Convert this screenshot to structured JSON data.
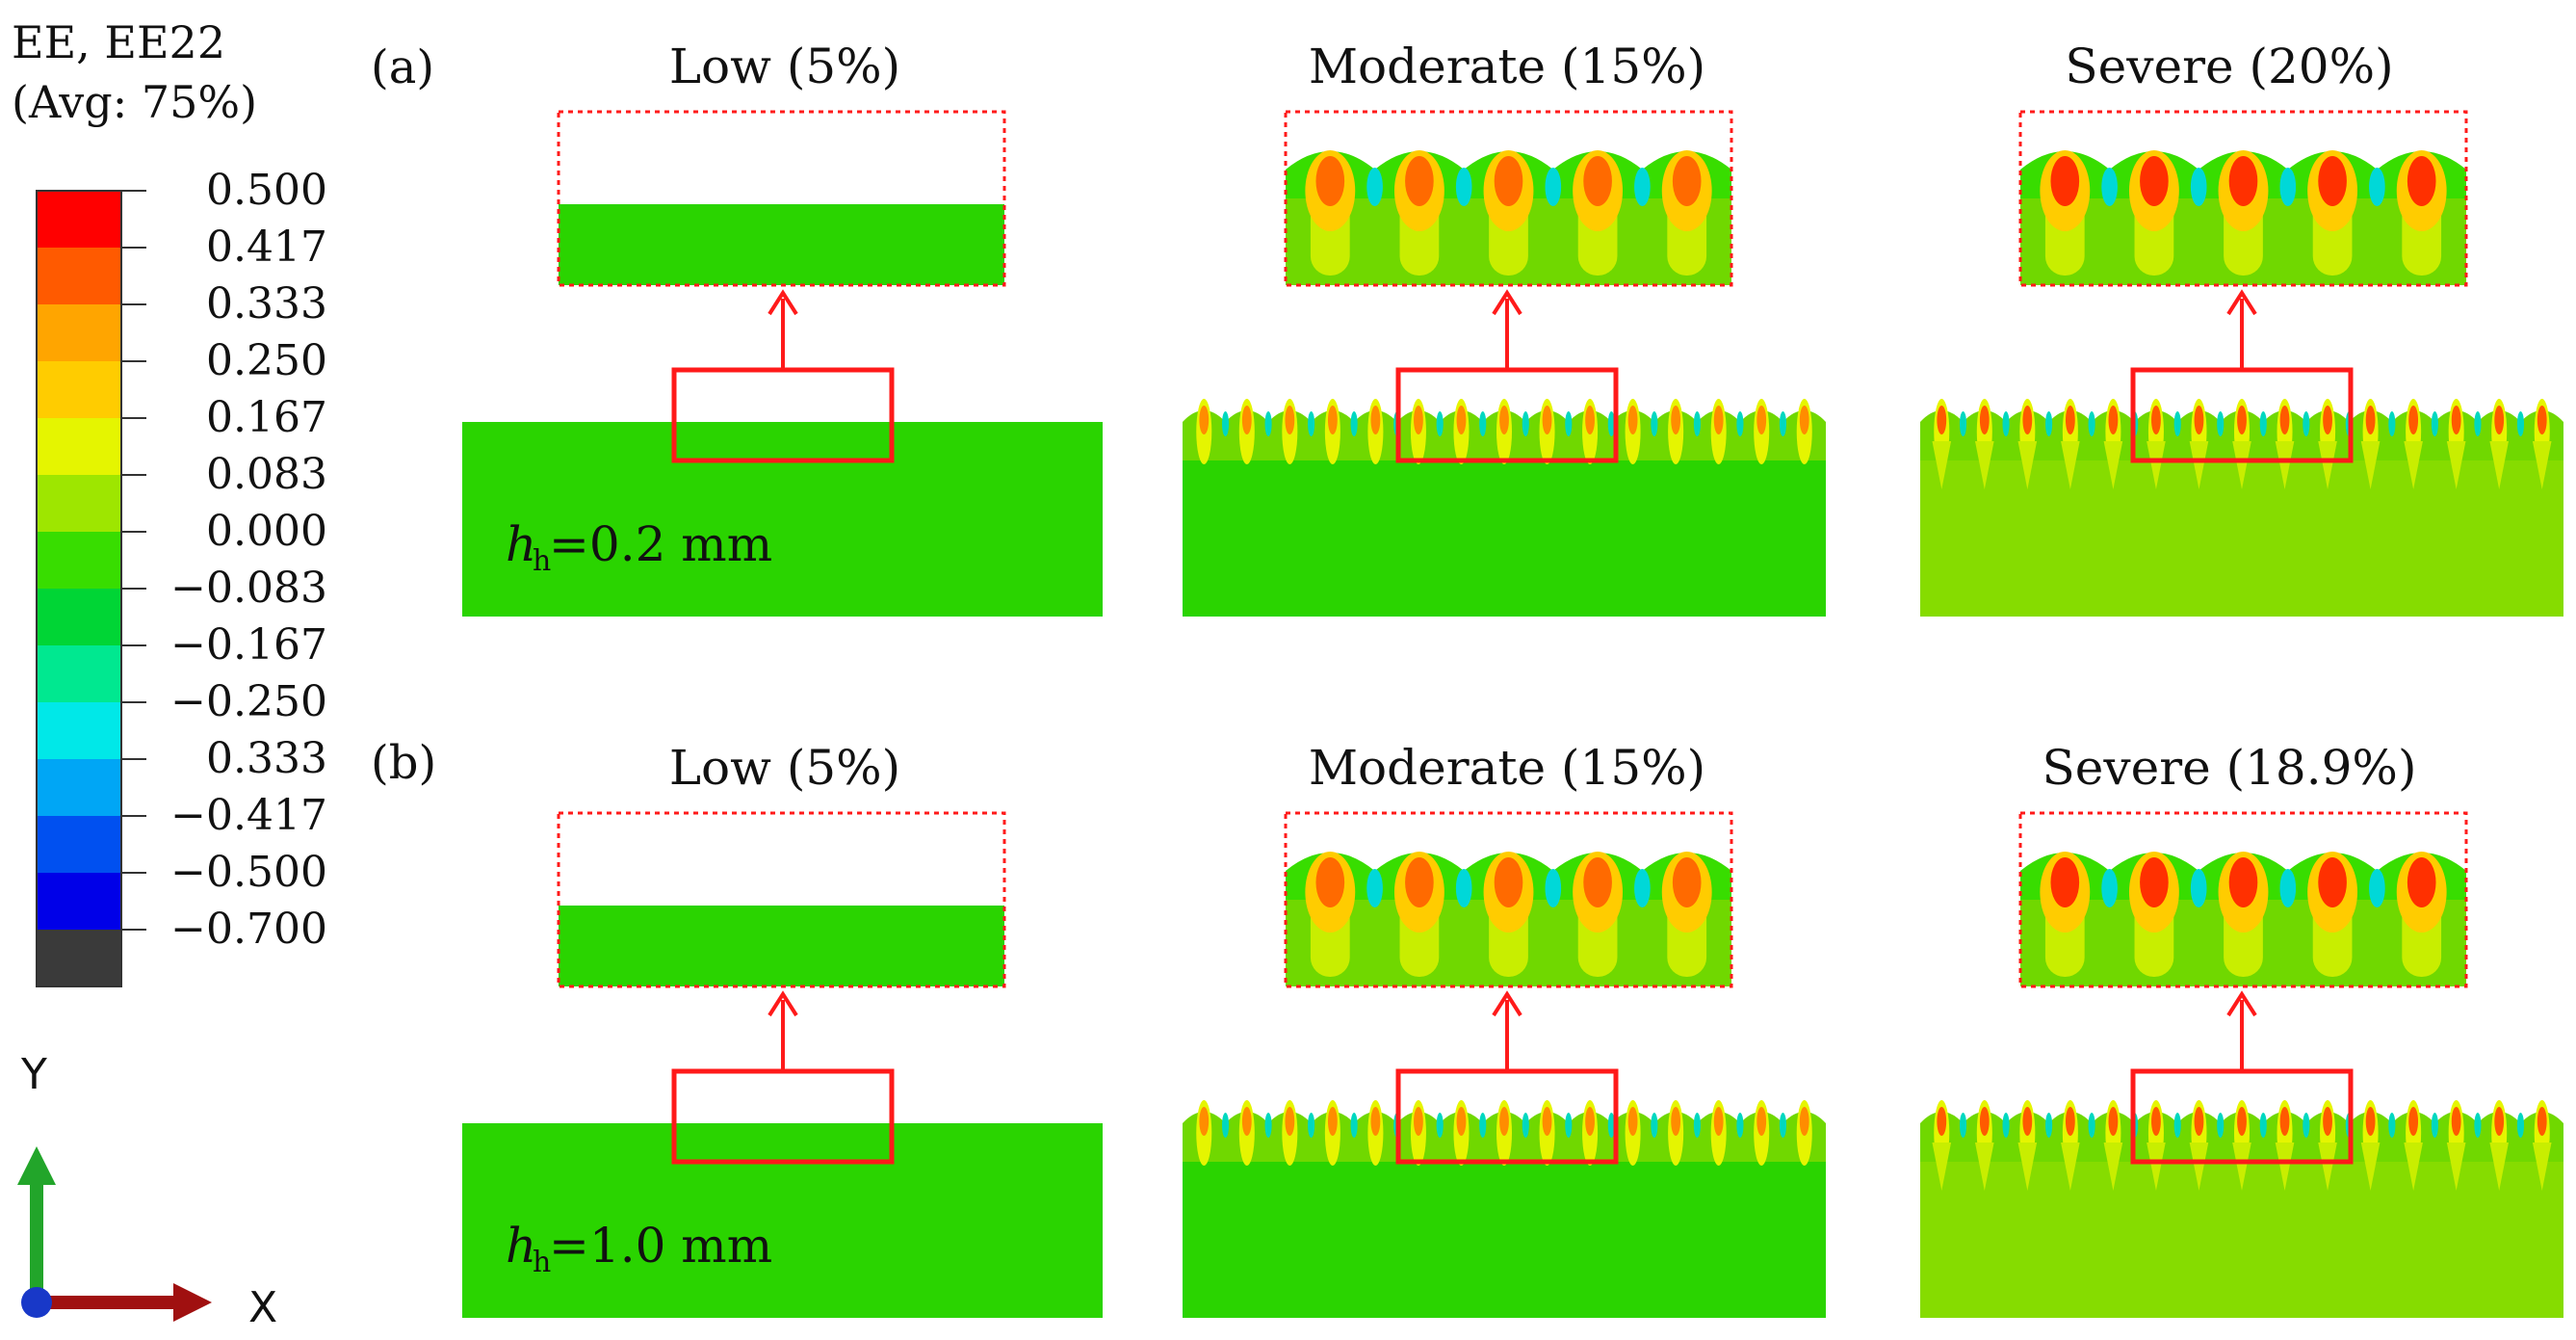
{
  "legend": {
    "title_line1": "EE, EE22",
    "title_line2": "(Avg: 75%)",
    "labels": [
      "0.500",
      "0.417",
      "0.333",
      "0.250",
      "0.167",
      "0.083",
      "0.000",
      "−0.083",
      "−0.167",
      "−0.250",
      "0.333",
      "−0.417",
      "−0.500",
      "−0.700"
    ],
    "colors": [
      "#ff0000",
      "#ff5a00",
      "#ffa500",
      "#ffcc00",
      "#e5f500",
      "#9ee600",
      "#38dd00",
      "#00d535",
      "#00e890",
      "#00e8e8",
      "#00a6f5",
      "#0050f0",
      "#0000e8",
      "#3a3a3a"
    ]
  },
  "rows": [
    {
      "label": "(a)",
      "h_label": "h",
      "h_sub": "h",
      "h_value": "=0.2 mm",
      "panels": [
        {
          "title": "Low (5%)",
          "state": "flat"
        },
        {
          "title": "Moderate (15%)",
          "state": "wavy"
        },
        {
          "title": "Severe (20%)",
          "state": "wavy-severe"
        }
      ]
    },
    {
      "label": "(b)",
      "h_label": "h",
      "h_sub": "h",
      "h_value": "=1.0 mm",
      "panels": [
        {
          "title": "Low (5%)",
          "state": "flat"
        },
        {
          "title": "Moderate (15%)",
          "state": "wavy"
        },
        {
          "title": "Severe (18.9%)",
          "state": "wavy-severe"
        }
      ]
    }
  ],
  "axes": {
    "y_label": "Y",
    "x_label": "X"
  },
  "colors": {
    "field_green": "#2ad400",
    "field_lightgreen": "#86dc00",
    "highlight": "#ff1a1a"
  }
}
